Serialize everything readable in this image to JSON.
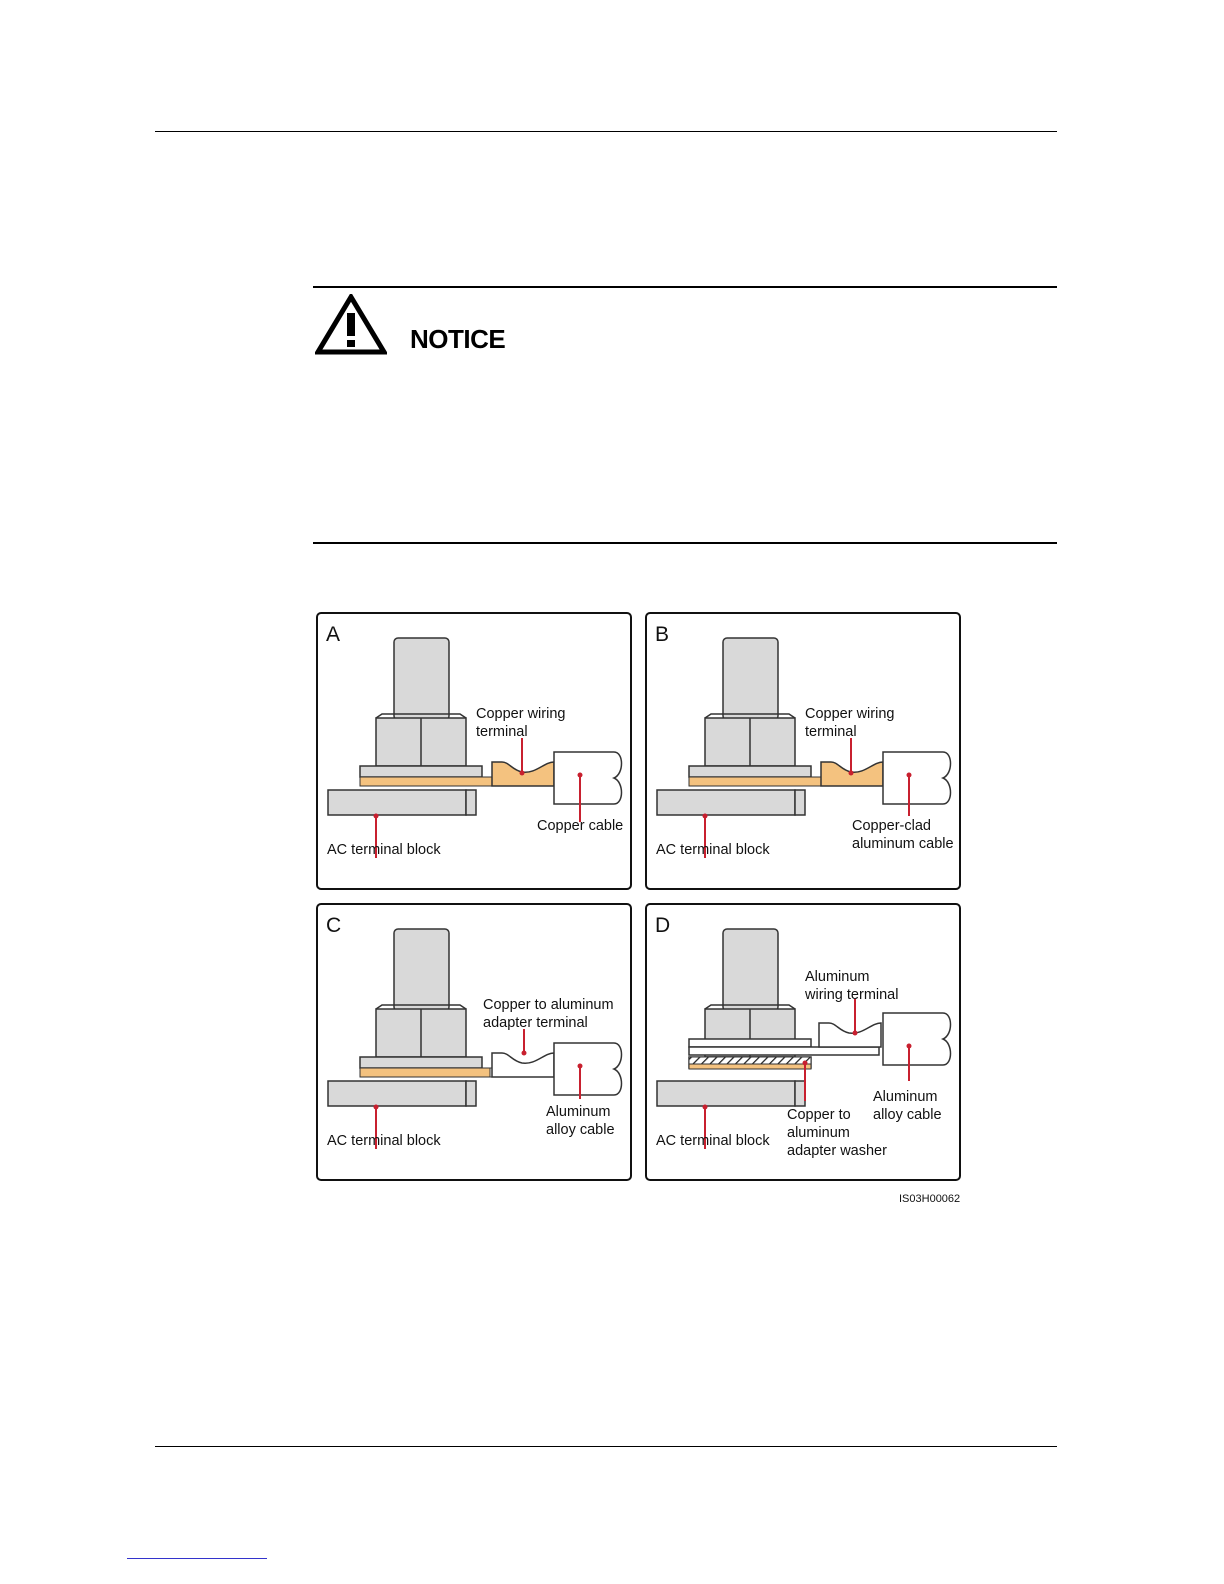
{
  "notice": {
    "title": "NOTICE",
    "icon": "warning-triangle-icon"
  },
  "figure": {
    "panels": [
      {
        "letter": "A",
        "terminal_label": [
          "Copper wiring",
          "terminal"
        ],
        "cable_label": [
          "Copper cable"
        ],
        "block_label": "AC terminal block"
      },
      {
        "letter": "B",
        "terminal_label": [
          "Copper wiring",
          "terminal"
        ],
        "cable_label": [
          "Copper-clad",
          "aluminum cable"
        ],
        "block_label": "AC terminal block"
      },
      {
        "letter": "C",
        "terminal_label": [
          "Copper to aluminum",
          "adapter terminal"
        ],
        "cable_label": [
          "Aluminum",
          "alloy cable"
        ],
        "block_label": "AC terminal block"
      },
      {
        "letter": "D",
        "terminal_label": [
          "Aluminum",
          "wiring terminal"
        ],
        "cable_label": [
          "Aluminum",
          "alloy cable"
        ],
        "block_label": "AC terminal block",
        "washer_label": [
          "Copper to",
          "aluminum",
          "adapter washer"
        ]
      }
    ],
    "figure_id": "IS03H00062"
  },
  "colors": {
    "copper": "#f4c27f",
    "steel": "#d9d9d9",
    "leader": "#c8202f",
    "outline": "#1a1a1a"
  }
}
